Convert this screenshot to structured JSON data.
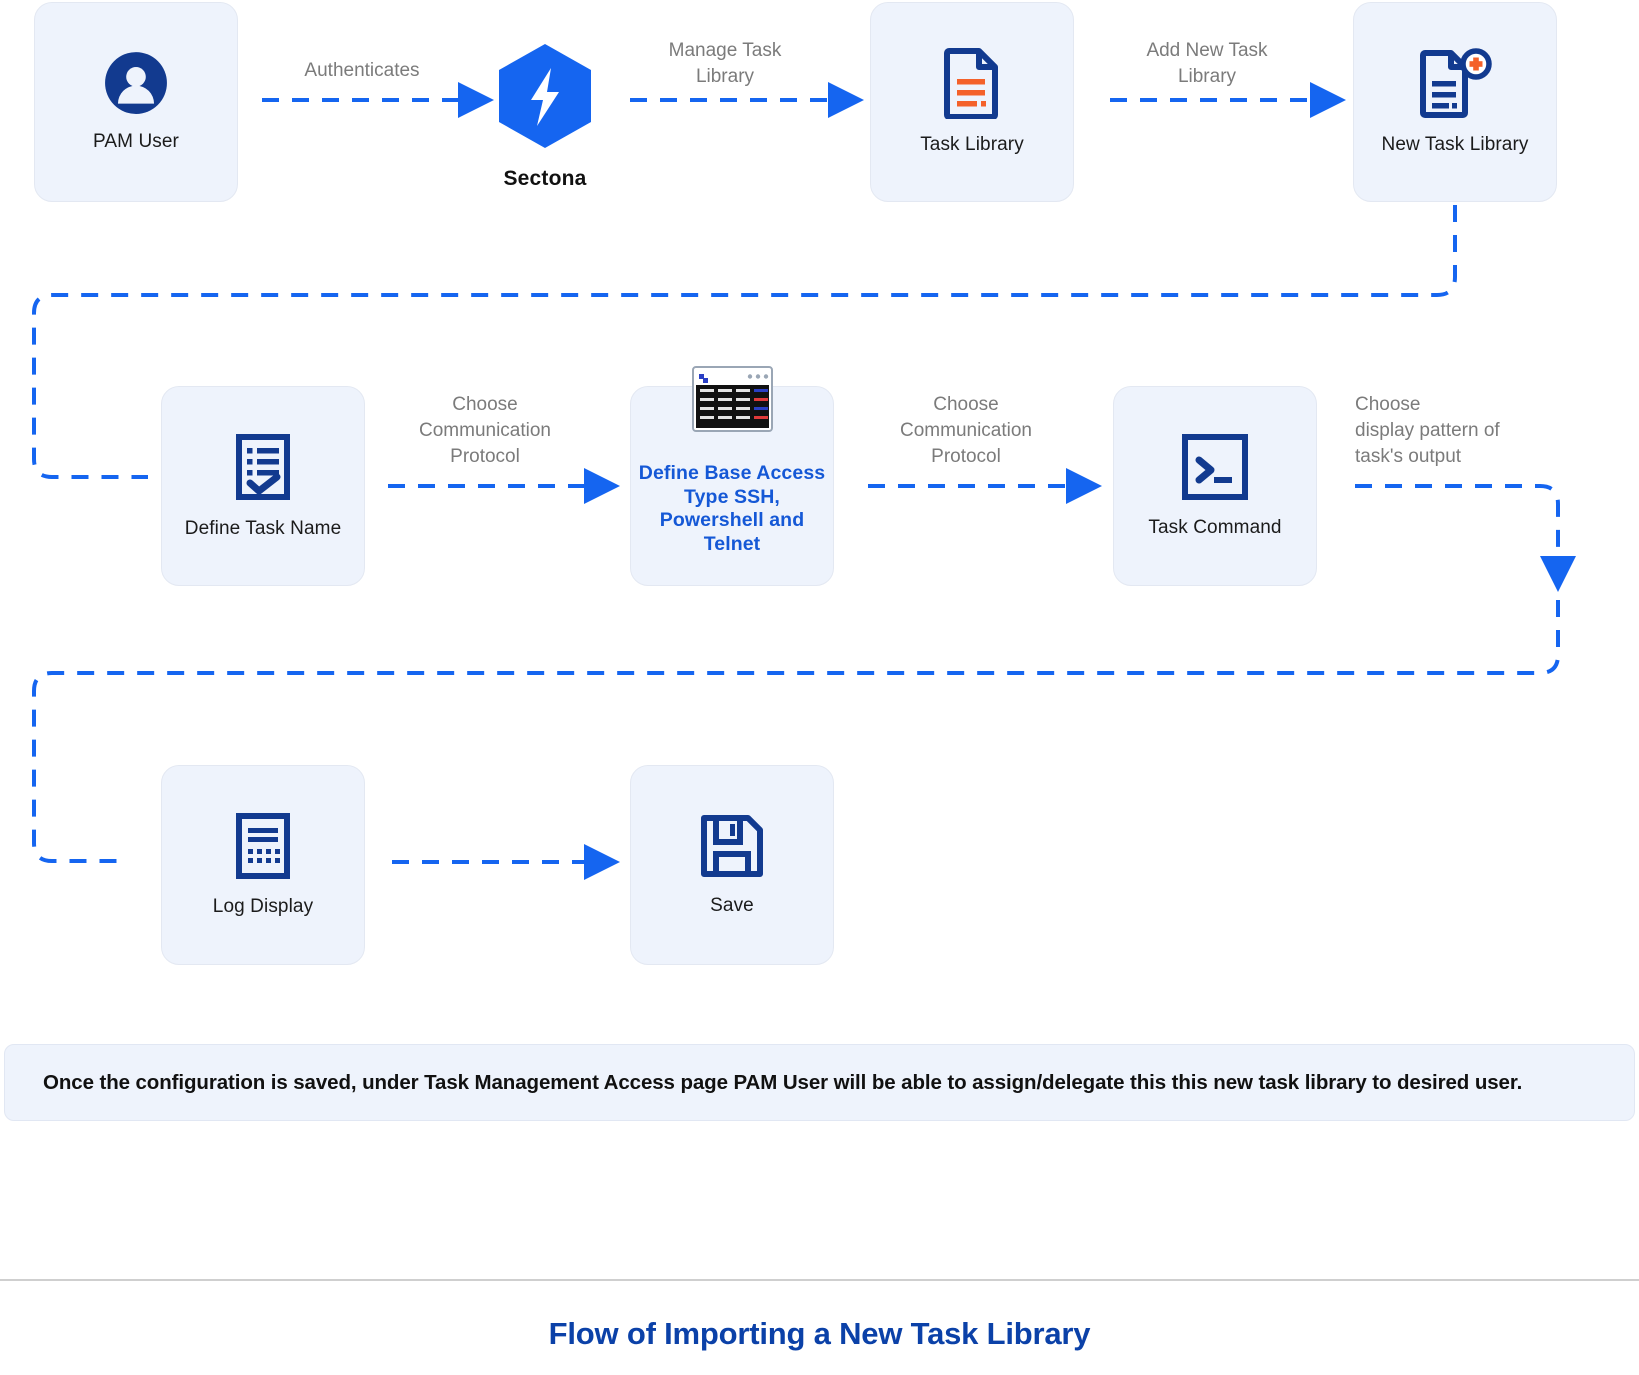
{
  "diagram": {
    "title": "Flow of Importing a New Task Library",
    "banner_text": "Once the configuration is saved, under Task Management Access page PAM User will be able to assign/delegate this this new task library to desired user.",
    "accent_blue": "#1565f0",
    "node_fill": "#eef3fc",
    "icon_blue": "#123a8f",
    "caption_gray": "#7b7b7b",
    "title_blue": "#0b41a8",
    "orange": "#f4612a"
  },
  "nodes": {
    "pam_user": {
      "label": "PAM User",
      "icon": "user-avatar-icon"
    },
    "sectona": {
      "label": "Sectona",
      "icon": "sectona-hexagon-logo-icon"
    },
    "task_library": {
      "label": "Task\nLibrary",
      "icon": "document-lines-icon"
    },
    "new_task_library": {
      "label": "New Task\nLibrary",
      "icon": "document-add-icon"
    },
    "define_task_name": {
      "label": "Define\nTask Name",
      "icon": "checklist-icon"
    },
    "base_access_type": {
      "label": "Define Base\nAccess Type\nSSH, Powershell\nand Telnet",
      "icon": "terminal-window-icon"
    },
    "task_command": {
      "label": "Task\nCommand",
      "icon": "command-prompt-icon"
    },
    "log_display": {
      "label": "Log Display",
      "icon": "log-document-icon"
    },
    "save": {
      "label": "Save",
      "icon": "floppy-disk-save-icon"
    }
  },
  "captions": {
    "authenticates": "Authenticates",
    "manage_task_library": "Manage Task\nLibrary",
    "add_new_task_library": "Add New Task\nLibrary",
    "choose_protocol_1": "Choose\nCommunication\nProtocol",
    "choose_protocol_2": "Choose\nCommunication\nProtocol",
    "choose_display_pattern": "Choose\ndisplay pattern of\ntask's output"
  }
}
